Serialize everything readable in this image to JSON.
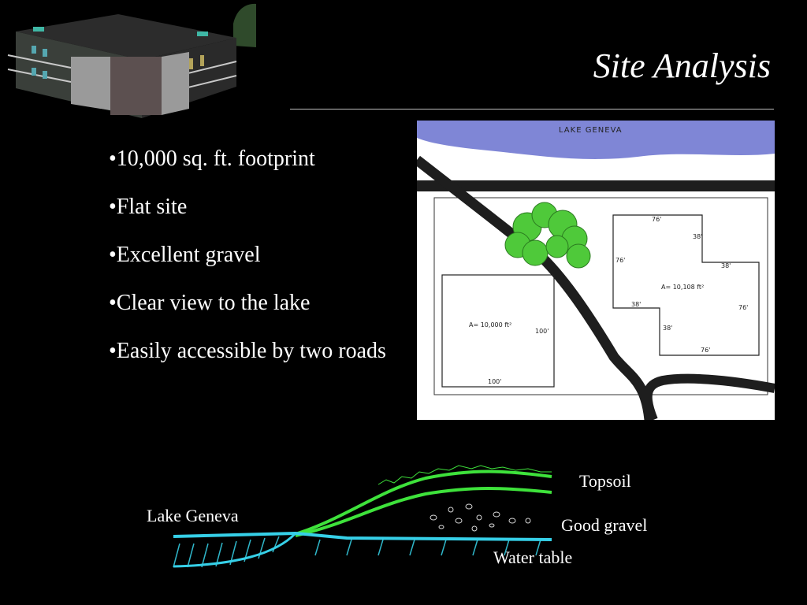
{
  "slide": {
    "title": "Site Analysis",
    "bullets": [
      "•10,000 sq. ft. footprint",
      "•Flat site",
      "•Excellent gravel",
      "•Clear view to the lake",
      "•Easily accessible by two roads"
    ]
  },
  "site_plan": {
    "lake_label": "LAKE GENEVA",
    "lot_left": {
      "area": "A= 10,000 ft²",
      "side": "100'",
      "bottom": "100'"
    },
    "lot_right": {
      "area": "A= 10,108 ft²",
      "dims": [
        "76'",
        "38'",
        "76'",
        "38'",
        "38'",
        "76'",
        "38'",
        "76'"
      ]
    }
  },
  "section": {
    "topsoil": "Topsoil",
    "lake": "Lake Geneva",
    "gravel": "Good gravel",
    "water_table": "Water table"
  },
  "colors": {
    "background": "#000000",
    "lake": "#7f86d6",
    "road": "#1e1e1e",
    "tree": "#4fc93a",
    "soil_line": "#3ee23b",
    "water_line": "#36d0e8"
  }
}
